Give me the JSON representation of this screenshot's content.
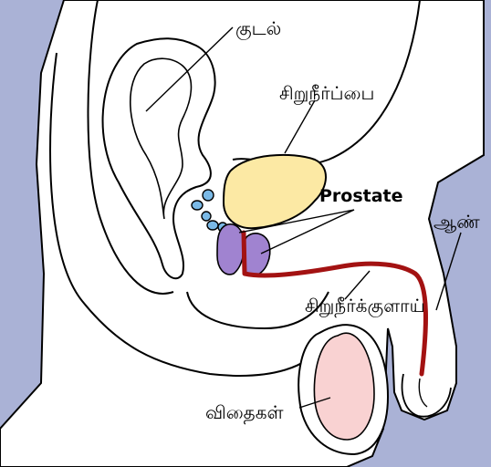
{
  "diagram": {
    "colors": {
      "background": "#aab2d6",
      "body": "#ffffff",
      "outline": "#000000",
      "bladder": "#fce9a4",
      "prostate": "#a083d0",
      "seminal_glands": "#7ab9e6",
      "urethra": "#a31212",
      "testis": "#f9d2d2"
    },
    "labels": {
      "intestine": "குடல்",
      "bladder": "சிறுநீர்ப்பை",
      "prostate": "Prostate",
      "penis": "ஆண்",
      "urethra": "சிறுநீர்க்குளாய்",
      "testis": "விதைகள்"
    }
  }
}
